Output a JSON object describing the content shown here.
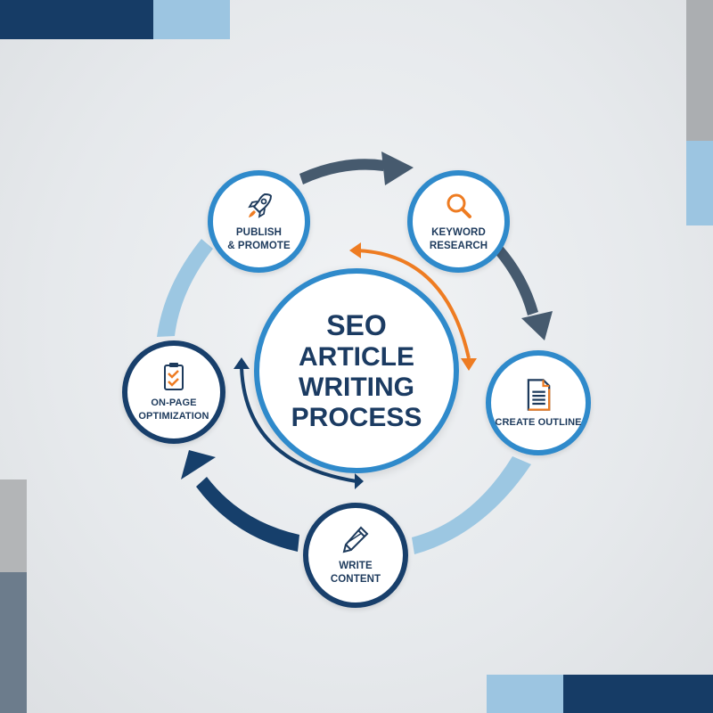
{
  "title": {
    "line1": "SEO",
    "line2": "ARTICLE",
    "line3": "WRITING",
    "line4": "PROCESS"
  },
  "steps": [
    {
      "id": "keyword-research",
      "label": "KEYWORD\nRESEARCH",
      "icon": "magnifier-icon",
      "ring_color": "#2f8acb"
    },
    {
      "id": "create-outline",
      "label": "CREATE OUTLINE",
      "icon": "document-icon",
      "ring_color": "#2f8acb"
    },
    {
      "id": "write-content",
      "label": "WRITE\nCONTENT",
      "icon": "pencil-icon",
      "ring_color": "#183f6b"
    },
    {
      "id": "on-page-optimization",
      "label": "ON-PAGE\nOPTIMIZATION",
      "icon": "clipboard-check-icon",
      "ring_color": "#183f6b"
    },
    {
      "id": "publish-promote",
      "label": "PUBLISH\n& PROMOTE",
      "icon": "rocket-icon",
      "ring_color": "#2f8acb"
    }
  ],
  "colors": {
    "navy": "#163c66",
    "blue": "#2f8acb",
    "light_blue": "#9cc7e2",
    "slate": "#465a6e",
    "orange": "#ee7c22",
    "gray": "#b3b5b7",
    "slate_gray": "#6c7c8c"
  }
}
